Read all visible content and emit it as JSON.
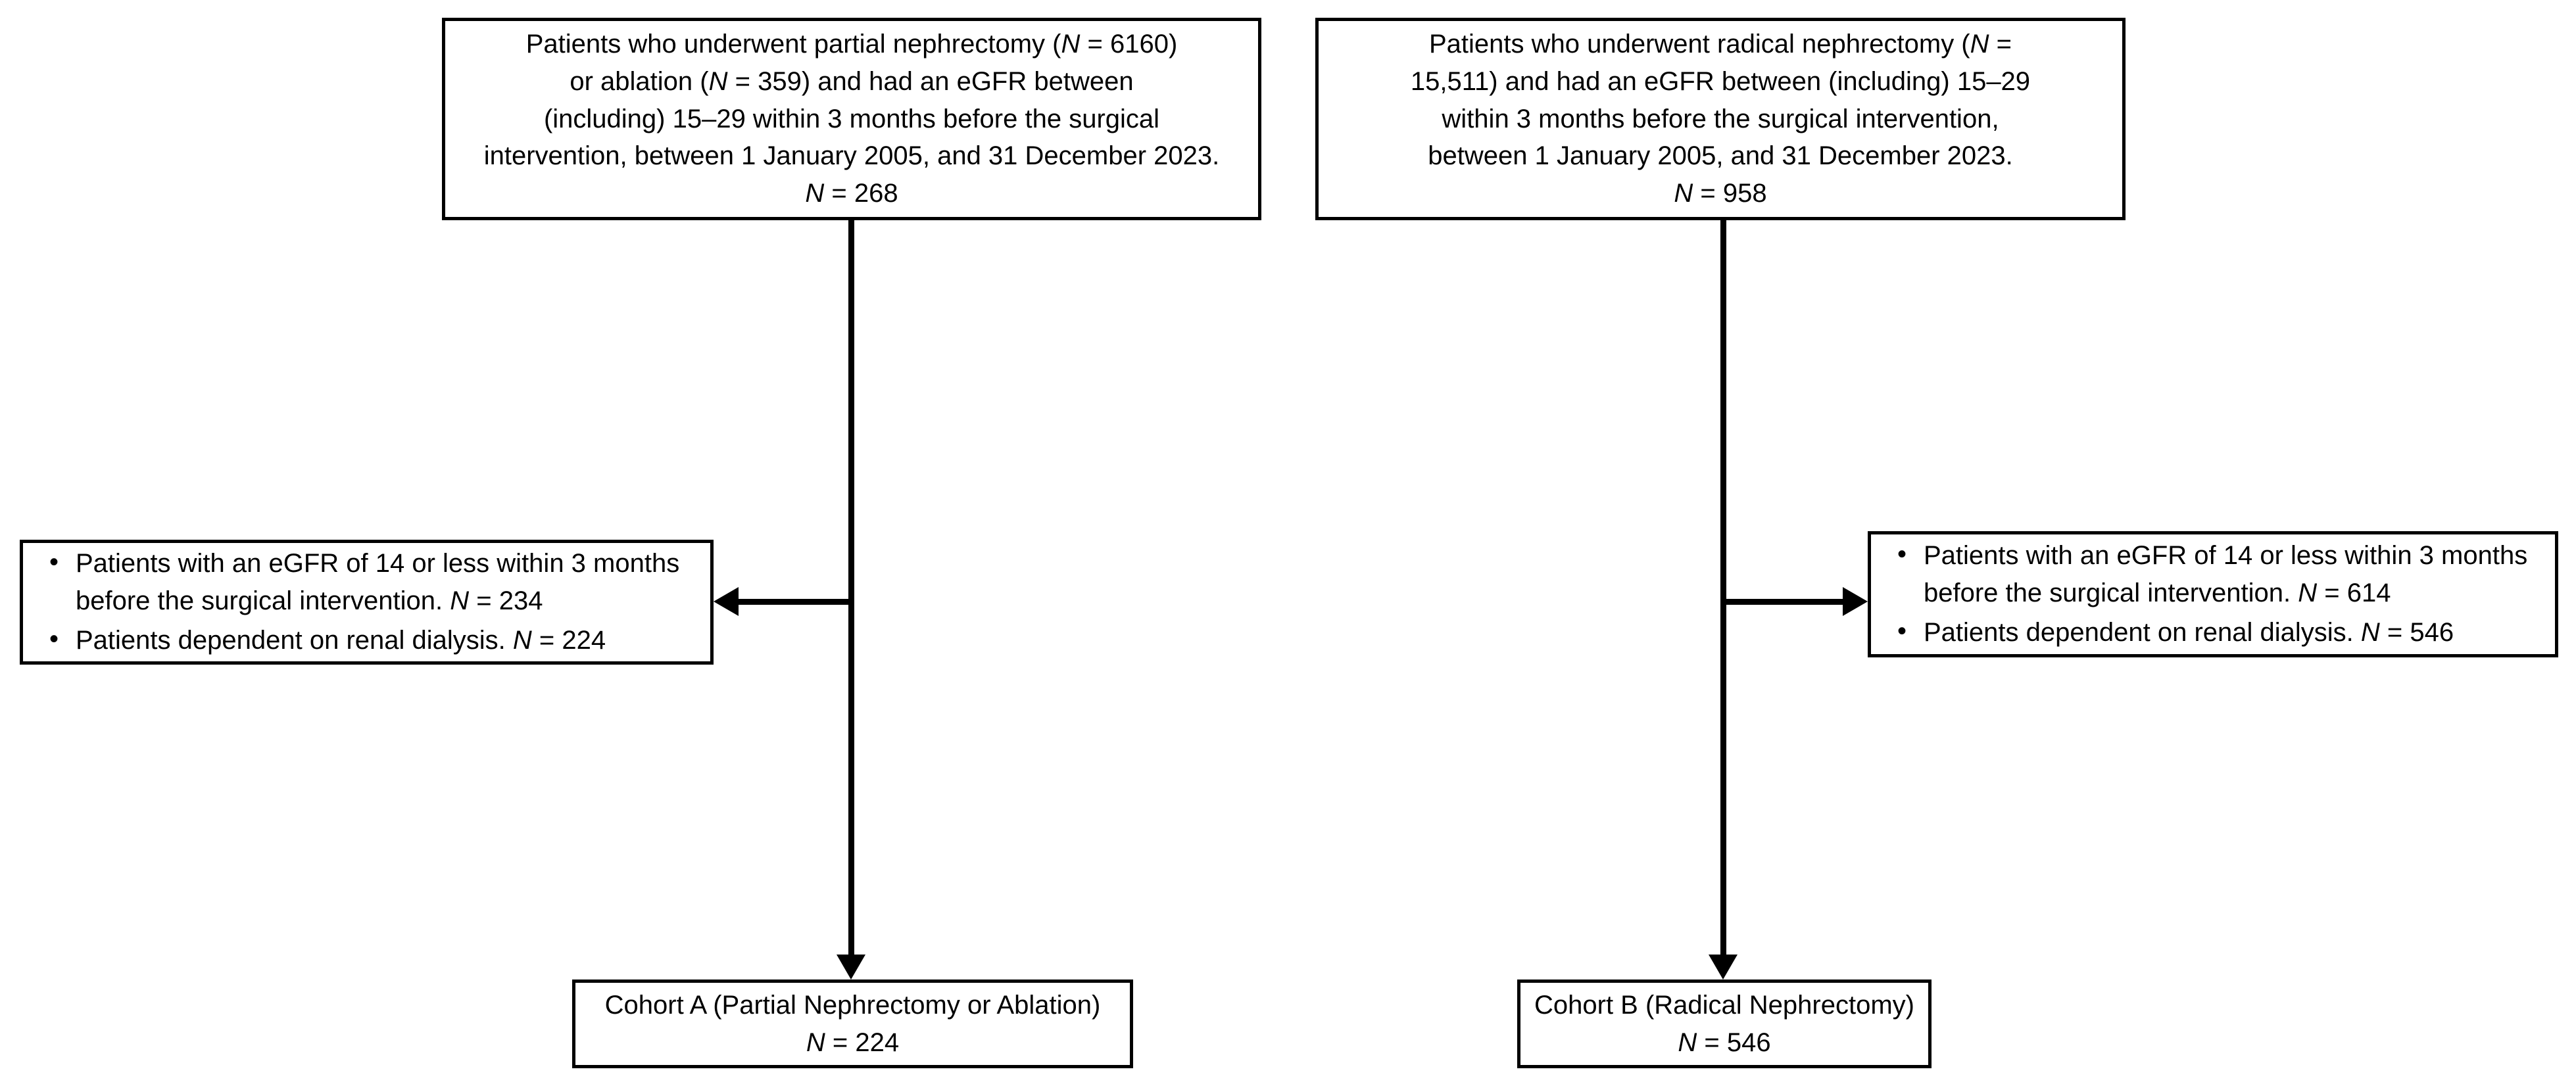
{
  "figure": {
    "type": "flow-diagram",
    "title": "Patient cohort selection flow diagram",
    "line_color": "#000000",
    "background_color": "#ffffff"
  },
  "nodes": {
    "source_partial": {
      "id": "source-partial-nephrectomy",
      "text": "Patients who underwent partial nephrectomy (N = 6160)\nor ablation (N = 359) and had an eGFR between\n(including) 15–29 within 3 months before the surgical\nintervention, between 1 January 2005, and 31 December 2023.\nN = 268",
      "count_label": "N = 268",
      "count": 268
    },
    "source_radical": {
      "id": "source-radical-nephrectomy",
      "text": "Patients who underwent radical nephrectomy (N =\n15,511) and had an eGFR between (including) 15–29\nwithin 3 months before the surgical intervention,\nbetween 1 January 2005, and 31 December 2023.\nN = 958",
      "count_label": "N = 958",
      "count": 958
    },
    "exclusion_left": {
      "id": "exclusions-cohort-a",
      "items": [
        "Patients with an eGFR of 14 or less within 3 months before the surgical intervention. N = 234",
        "Patients dependent on renal dialysis. N = 224"
      ],
      "counts": [
        234,
        224
      ]
    },
    "exclusion_right": {
      "id": "exclusions-cohort-b",
      "items": [
        "Patients with an eGFR of 14 or less within 3 months before the surgical intervention. N = 614",
        "Patients dependent on renal dialysis. N = 546"
      ],
      "counts": [
        614,
        546
      ]
    },
    "cohort_a": {
      "id": "cohort-a",
      "text": "Cohort A (Partial Nephrectomy or Ablation)\nN = 224",
      "label": "Cohort A (Partial Nephrectomy or Ablation)",
      "count_label": "N = 224",
      "count": 224
    },
    "cohort_b": {
      "id": "cohort-b",
      "text": "Cohort B (Radical Nephrectomy)\nN = 546",
      "label": "Cohort B (Radical Nephrectomy)",
      "count_label": "N = 546",
      "count": 546
    }
  },
  "embedded_numbers": {
    "partial_nephrectomy_N": 6160,
    "ablation_N": 359,
    "radical_nephrectomy_N": 15511,
    "egfr_range": "15–29",
    "egfr_exclusion_threshold": 14,
    "lookback_months": 3,
    "date_start": "1 January 2005",
    "date_end": "31 December 2023"
  }
}
